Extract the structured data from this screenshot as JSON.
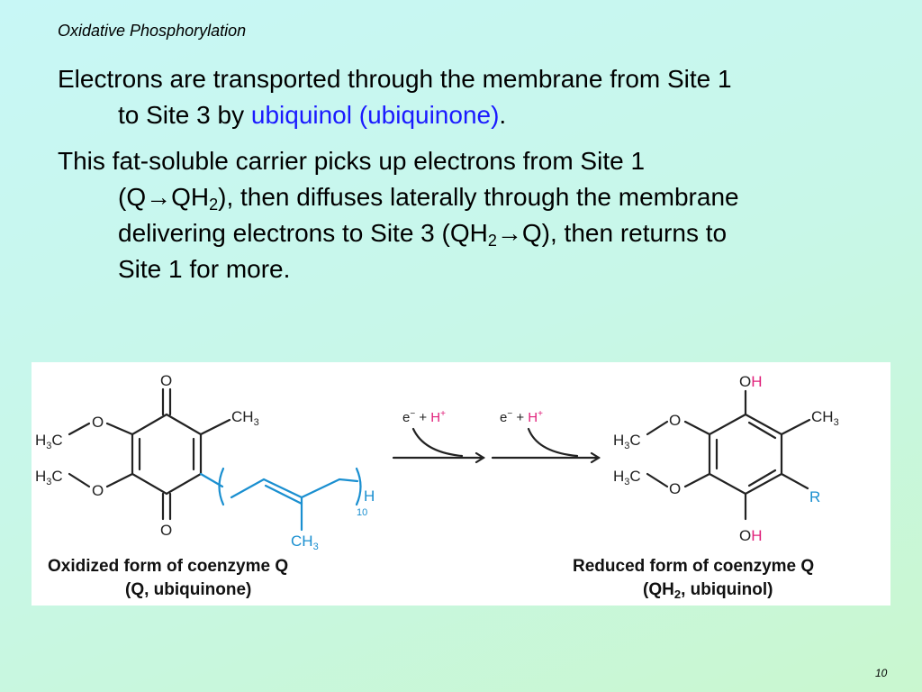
{
  "slide": {
    "title": "Oxidative Phosphorylation",
    "number": "10"
  },
  "para1": {
    "line1": "Electrons are transported through the membrane from Site 1",
    "line2_pre": "to Site 3 by ",
    "line2_hl": "ubiquinol (ubiquinone)",
    "line2_post": "."
  },
  "para2": {
    "line1": "This fat-soluble carrier picks up electrons from Site 1",
    "line2_pre": "(Q→QH",
    "line2_sub": "2",
    "line2_post": "), then diffuses laterally through the membrane",
    "line3_pre": "delivering electrons to Site 3 (QH",
    "line3_sub": "2",
    "line3_post": "→Q), then returns to",
    "line4": "Site 1 for more."
  },
  "figure": {
    "left": {
      "o_top": "O",
      "o_bottom": "O",
      "o_methoxy1": "O",
      "o_methoxy2": "O",
      "h3c": "H",
      "h3c_sub": "3",
      "h3c_c": "C",
      "ch3_c": "CH",
      "ch3_sub": "3",
      "chain_h": "H",
      "chain_repeat": "10",
      "chain_ch3": "CH",
      "chain_ch3_sub": "3",
      "caption1": "Oxidized form of coenzyme Q",
      "caption2": "(Q, ubiquinone)"
    },
    "arrows": {
      "e": "e",
      "e_sup": "−",
      "plus": " + ",
      "h": "H",
      "h_sup": "+"
    },
    "right": {
      "o": "O",
      "h": "H",
      "r": "R",
      "caption1": "Reduced form of coenzyme Q",
      "caption2_pre": "(QH",
      "caption2_sub": "2",
      "caption2_post": ", ubiquinol)"
    },
    "colors": {
      "chain": "#1a8fd0",
      "hydrogen": "#e0207a",
      "bond": "#222222"
    }
  }
}
